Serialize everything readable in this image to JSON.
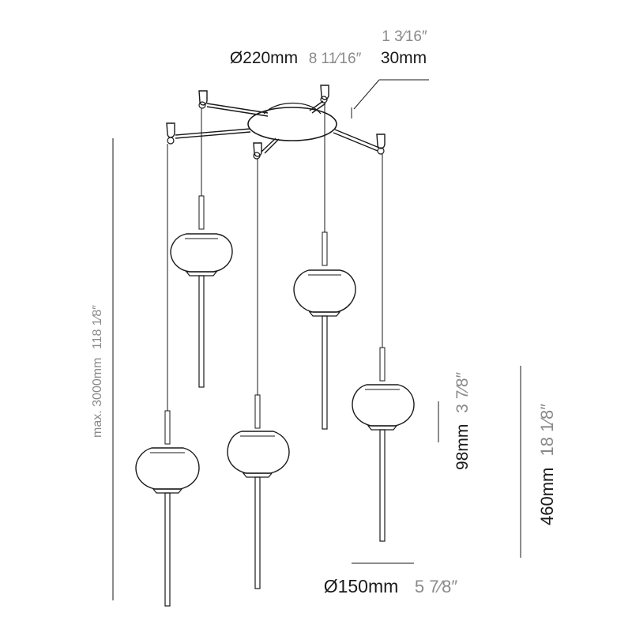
{
  "dimensions": {
    "canopy": {
      "metric": "Ø220mm",
      "imperial": "8 11⁄16″"
    },
    "canopy_height": {
      "imperial": "1 3⁄16″",
      "metric": "30mm"
    },
    "overall_height": {
      "metric": "max. 3000mm",
      "imperial": "118 1⁄8″"
    },
    "shade_height": {
      "metric": "98mm",
      "imperial": "3 7⁄8″"
    },
    "pendant_length": {
      "metric": "460mm",
      "imperial": "18 1⁄8″"
    },
    "shade_diameter": {
      "metric": "Ø150mm",
      "imperial": "5 7⁄8″"
    }
  }
}
